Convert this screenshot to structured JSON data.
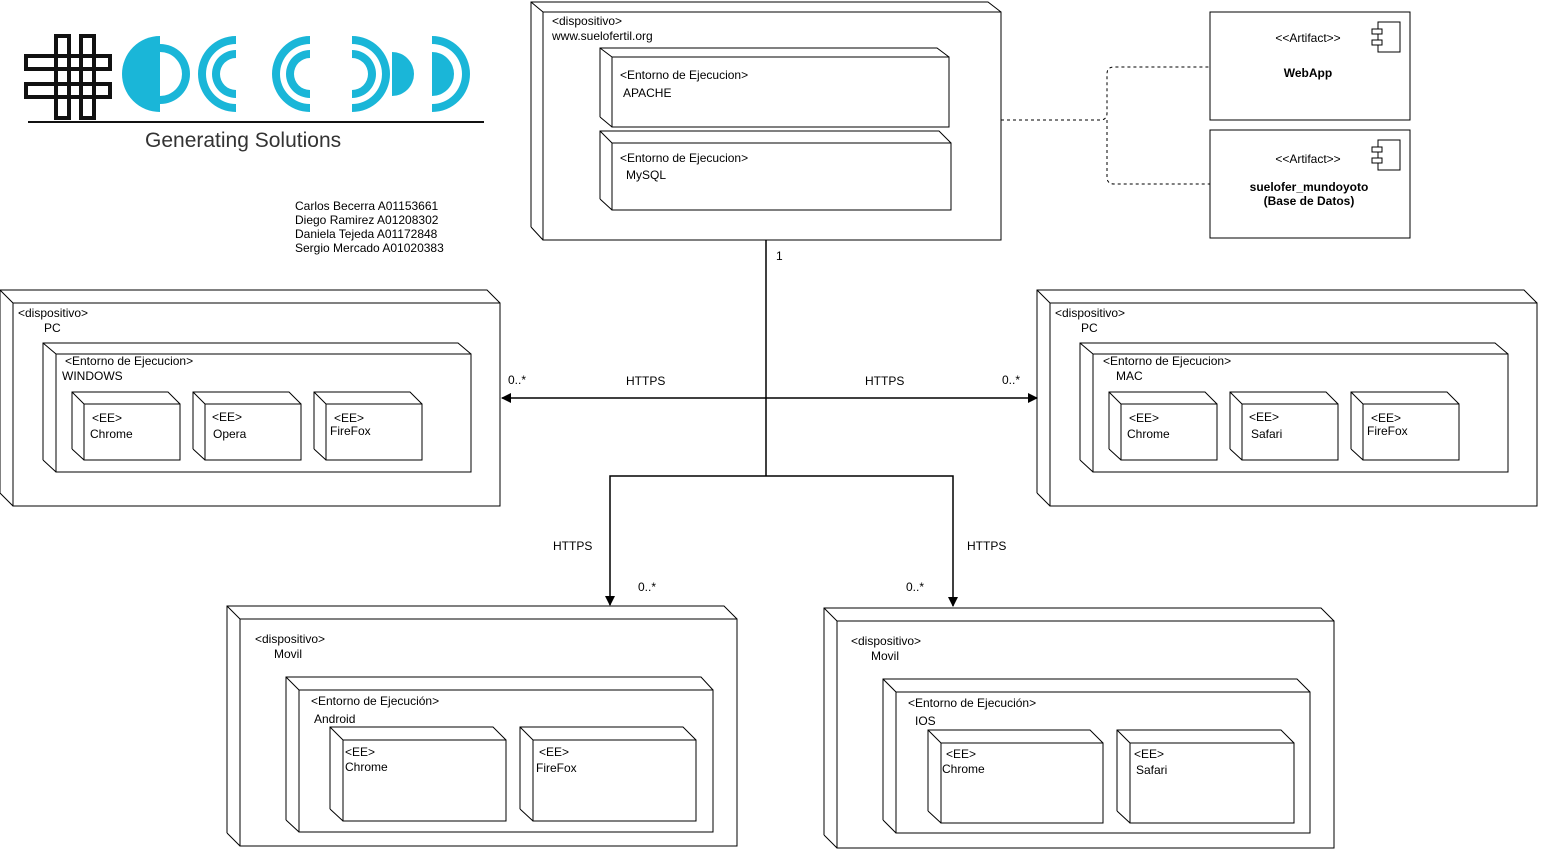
{
  "colors": {
    "logo_cyan": "#1ab6d8",
    "logo_black": "#111111",
    "stroke": "#000000"
  },
  "logo": {
    "icon": "hash-icon",
    "tagline": "Generating Solutions"
  },
  "authors": [
    "Carlos Becerra A01153661",
    "Diego Ramirez A01208302",
    "Daniela Tejeda A01172848",
    "Sergio Mercado A01020383"
  ],
  "server": {
    "stereotype": "<dispositivo>",
    "name": "www.suelofertil.org",
    "envs": [
      {
        "stereotype": "<Entorno de Ejecucion>",
        "name": "APACHE"
      },
      {
        "stereotype": "<Entorno de Ejecucion>",
        "name": "MySQL"
      }
    ]
  },
  "artifacts": [
    {
      "stereotype": "<<Artifact>>",
      "name": "WebApp",
      "name2": ""
    },
    {
      "stereotype": "<<Artifact>>",
      "name": "suelofer_mundoyoto",
      "name2": "(Base de Datos)"
    }
  ],
  "connections": {
    "server_multiplicity": "1",
    "left": {
      "protocol": "HTTPS",
      "multiplicity": "0..*"
    },
    "right": {
      "protocol": "HTTPS",
      "multiplicity": "0..*"
    },
    "bottom_left": {
      "protocol": "HTTPS",
      "multiplicity": "0..*"
    },
    "bottom_right": {
      "protocol": "HTTPS",
      "multiplicity": "0..*"
    }
  },
  "nodes": {
    "pc_windows": {
      "stereotype": "<dispositivo>",
      "name": "PC",
      "env": {
        "stereotype": "<Entorno de Ejecucion>",
        "name": "WINDOWS"
      },
      "browsers": [
        {
          "stereotype": "<EE>",
          "name": "Chrome"
        },
        {
          "stereotype": "<EE>",
          "name": "Opera"
        },
        {
          "stereotype": "<EE>",
          "name": "FireFox"
        }
      ]
    },
    "pc_mac": {
      "stereotype": "<dispositivo>",
      "name": "PC",
      "env": {
        "stereotype": "<Entorno de Ejecucion>",
        "name": "MAC"
      },
      "browsers": [
        {
          "stereotype": "<EE>",
          "name": "Chrome"
        },
        {
          "stereotype": "<EE>",
          "name": "Safari"
        },
        {
          "stereotype": "<EE>",
          "name": "FireFox"
        }
      ]
    },
    "movil_android": {
      "stereotype": "<dispositivo>",
      "name": "Movil",
      "env": {
        "stereotype": "<Entorno de Ejecución>",
        "name": "Android"
      },
      "browsers": [
        {
          "stereotype": "<EE>",
          "name": "Chrome"
        },
        {
          "stereotype": "<EE>",
          "name": "FireFox"
        }
      ]
    },
    "movil_ios": {
      "stereotype": "<dispositivo>",
      "name": "Movil",
      "env": {
        "stereotype": "<Entorno de Ejecución>",
        "name": "IOS"
      },
      "browsers": [
        {
          "stereotype": "<EE>",
          "name": "Chrome"
        },
        {
          "stereotype": "<EE>",
          "name": "Safari"
        }
      ]
    }
  }
}
